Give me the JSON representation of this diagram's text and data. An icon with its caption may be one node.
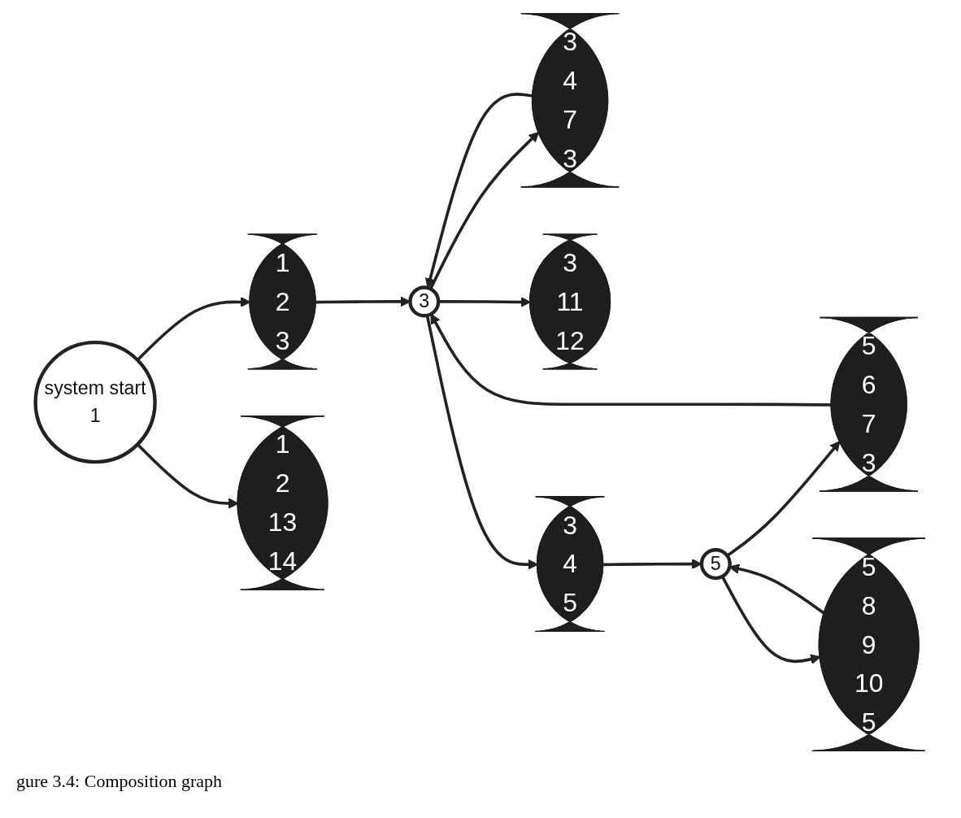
{
  "diagram": {
    "caption": "gure 3.4: Composition graph",
    "nodes": [
      {
        "text": [
          "system start",
          "1"
        ]
      },
      {
        "text": [
          "1",
          "2",
          "3"
        ]
      },
      {
        "text": [
          "3"
        ]
      },
      {
        "text": [
          "3",
          "4",
          "7",
          "3"
        ]
      },
      {
        "text": [
          "5",
          "6",
          "7",
          "3"
        ]
      },
      {
        "text": [
          "1",
          "2",
          "13",
          "14"
        ]
      },
      {
        "text": [
          "3",
          "11",
          "12"
        ]
      },
      {
        "text": [
          "3",
          "4",
          "5"
        ]
      },
      {
        "text": [
          "5"
        ]
      },
      {
        "text": [
          "5",
          "8",
          "9",
          "10",
          "5"
        ]
      }
    ],
    "edges": [
      {
        "from": 0,
        "to": 1,
        "arrow": "to"
      },
      {
        "from": 1,
        "to": 2,
        "arrow": "to"
      },
      {
        "from": 2,
        "to": 3,
        "arrow": "to"
      },
      {
        "from": 3,
        "to": 2,
        "arrow": "to"
      },
      {
        "from": 4,
        "to": 2,
        "arrow": "to"
      },
      {
        "from": 0,
        "to": 5,
        "arrow": "to"
      },
      {
        "from": 2,
        "to": 6,
        "arrow": "to"
      },
      {
        "from": 2,
        "to": 7,
        "arrow": "to"
      },
      {
        "from": 7,
        "to": 8,
        "arrow": "to"
      },
      {
        "from": 8,
        "to": 4,
        "arrow": "to"
      },
      {
        "from": 8,
        "to": 9,
        "arrow": "to"
      },
      {
        "from": 9,
        "to": 8,
        "arrow": "to"
      }
    ]
  }
}
